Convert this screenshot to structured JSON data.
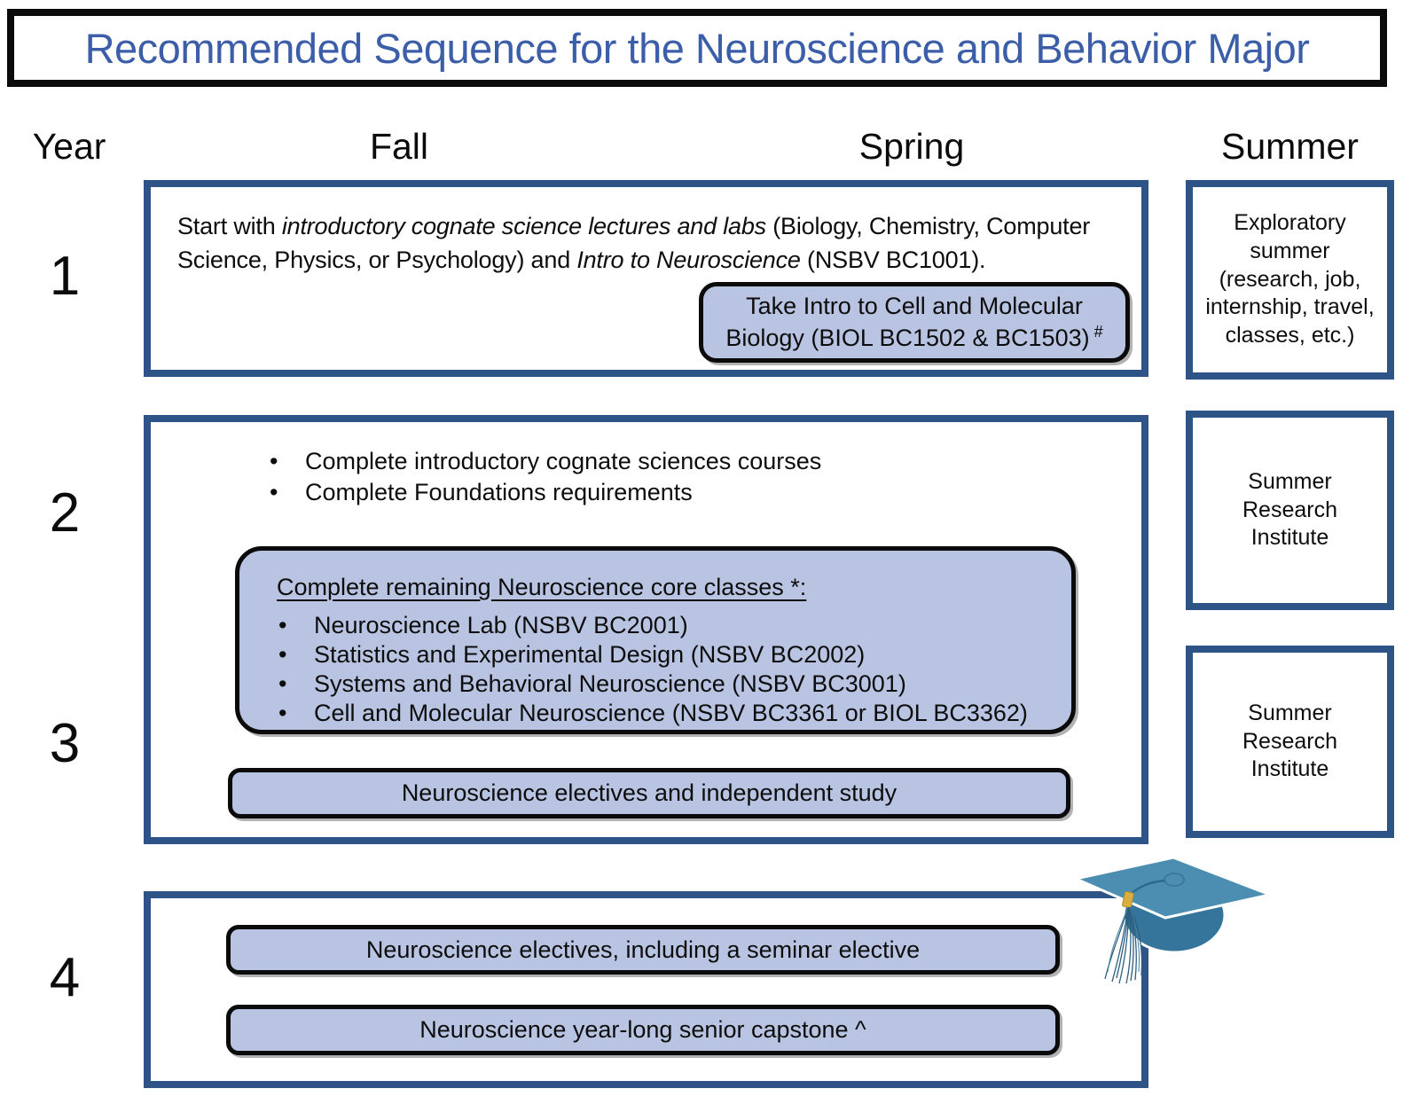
{
  "title": "Recommended Sequence for the Neuroscience and Behavior Major",
  "colors": {
    "outer_border_blue": "#2E5387",
    "title_blue": "#3C5EA8",
    "pill_fill_blue": "#B8C4E2",
    "cap_board_blue": "#4C8DB2",
    "cap_base_blue": "#35759B",
    "tassel_gold": "#D9AE3E"
  },
  "headers": {
    "year": "Year",
    "fall": "Fall",
    "spring": "Spring",
    "summer": "Summer"
  },
  "year_labels": [
    "1",
    "2",
    "3",
    "4"
  ],
  "year1": {
    "description": {
      "pre": "Start with ",
      "italic1": "introductory cognate science lectures and labs",
      "mid": " (Biology, Chemistry, Computer Science, Physics, or Psychology) and ",
      "italic2": "Intro to Neuroscience",
      "post": " (NSBV BC1001)."
    },
    "spring_course": "Take Intro to Cell and Molecular Biology (BIOL BC1502 & BC1503)",
    "spring_course_sup": "#"
  },
  "summer_year1": "Exploratory summer (research, job, internship, travel, classes, etc.)",
  "years23": {
    "bullets": [
      "Complete introductory cognate sciences courses",
      "Complete Foundations requirements"
    ],
    "core_heading": "Complete remaining Neuroscience core classes *:",
    "core_bullets": [
      "Neuroscience Lab (NSBV BC2001)",
      "Statistics and Experimental Design (NSBV BC2002)",
      "Systems and Behavioral Neuroscience (NSBV BC3001)",
      "Cell and Molecular Neuroscience (NSBV BC3361 or BIOL BC3362)"
    ],
    "electives": "Neuroscience electives and independent study"
  },
  "summer_year2": "Summer Research Institute",
  "summer_year3": "Summer Research Institute",
  "year4": {
    "electives": "Neuroscience electives, including a seminar elective",
    "capstone": "Neuroscience year-long senior capstone ^"
  },
  "icons": {
    "grad_cap": "graduation-cap"
  }
}
